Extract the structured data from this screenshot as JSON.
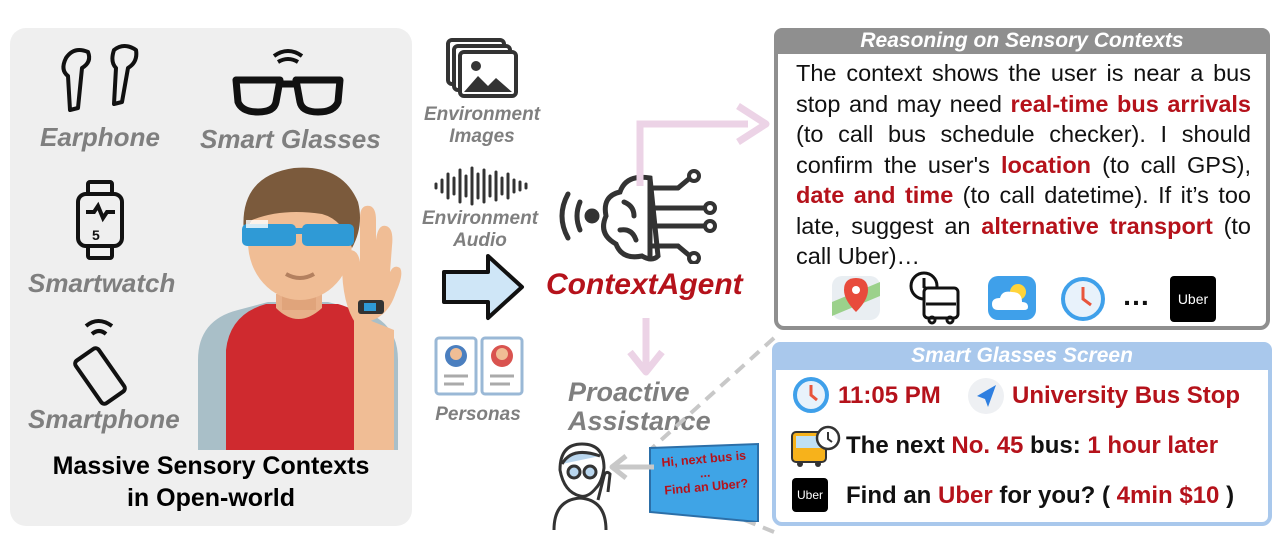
{
  "left_panel": {
    "devices": [
      "Earphone",
      "Smart Glasses",
      "Smartwatch",
      "Smartphone"
    ],
    "caption_line1": "Massive Sensory Contexts",
    "caption_line2": "in Open-world"
  },
  "inputs": {
    "images_l1": "Environment",
    "images_l2": "Images",
    "audio_l1": "Environment",
    "audio_l2": "Audio",
    "personas": "Personas"
  },
  "agent": {
    "name": "ContextAgent"
  },
  "proactive": {
    "line1": "Proactive",
    "line2": "Assistance"
  },
  "speech": {
    "line1": "Hi, next bus is",
    "line2": "...",
    "line3": "Find an Uber?"
  },
  "reasoning": {
    "title": "Reasoning on Sensory Contexts",
    "t1": "The context shows the user is near a bus stop and may need ",
    "h1": "real-time bus arrivals",
    "t2": " (to call bus schedule checker). I should confirm the user's ",
    "h2": "location",
    "t3": " (to call GPS), ",
    "h3": "date and time",
    "t4": " (to call datetime). If it’s too late, suggest an ",
    "h4": "alternative transport",
    "t5": " (to call Uber)…",
    "ellipsis": "…",
    "uber_logo": "Uber"
  },
  "screen": {
    "title": "Smart Glasses Screen",
    "time": "11:05 PM",
    "location": "University Bus Stop",
    "bus_a": "The next ",
    "bus_b": "No. 45",
    "bus_c": " bus: ",
    "bus_d": "1 hour later",
    "uber_a": "Find an ",
    "uber_b": "Uber",
    "uber_c": " for you? ( ",
    "uber_d": "4min $10",
    "uber_e": " )",
    "uber_logo": "Uber"
  },
  "colors": {
    "highlight": "#b5121b",
    "gray": "#7f7f7f",
    "screen_border": "#a9c8ec",
    "arrow_fill": "#cfe6f7"
  }
}
